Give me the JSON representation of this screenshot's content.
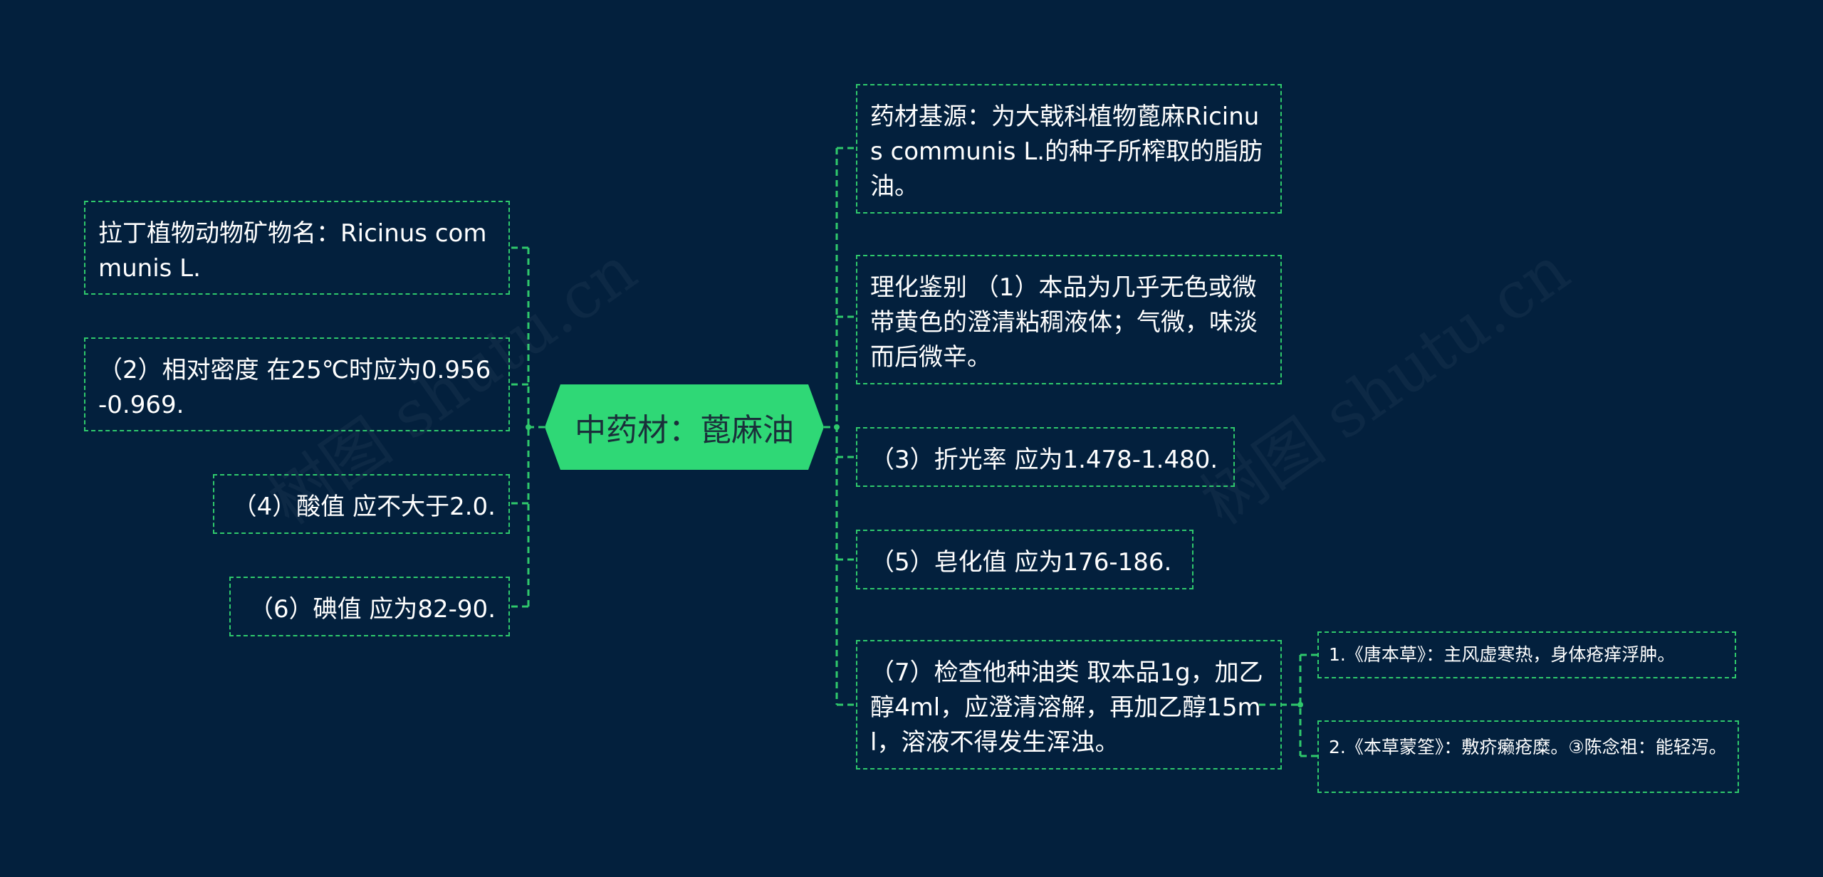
{
  "watermarks": [
    "树图 shutu.cn",
    "树图 shutu.cn"
  ],
  "center": {
    "label": "中药材：蓖麻油"
  },
  "left_nodes": [
    {
      "id": "l1",
      "text": "拉丁植物动物矿物名：Ricinus communis L."
    },
    {
      "id": "l2",
      "text": "（2）相对密度 在25℃时应为0.956-0.969."
    },
    {
      "id": "l3",
      "text": "（4）酸值 应不大于2.0."
    },
    {
      "id": "l4",
      "text": "（6）碘值 应为82-90."
    }
  ],
  "right_nodes": [
    {
      "id": "r1",
      "text": "药材基源：为大戟科植物蓖麻Ricinus communis L.的种子所榨取的脂肪油。"
    },
    {
      "id": "r2",
      "text": "理化鉴别 （1）本品为几乎无色或微带黄色的澄清粘稠液体；气微，味淡而后微辛。"
    },
    {
      "id": "r3",
      "text": "（3）折光率 应为1.478-1.480."
    },
    {
      "id": "r4",
      "text": "（5）皂化值 应为176-186."
    },
    {
      "id": "r5",
      "text": "（7）检查他种油类 取本品1g，加乙醇4ml，应澄清溶解，再加乙醇15ml，溶液不得发生浑浊。"
    }
  ],
  "sub_nodes": [
    {
      "id": "s1",
      "text": "1.《唐本草》：主风虚寒热，身体疮痒浮肿。"
    },
    {
      "id": "s2",
      "text": "2.《本草蒙筌》：敷疥癞疮糜。③陈念祖：能轻泻。"
    }
  ],
  "colors": {
    "background": "#03203d",
    "accent": "#2fc96c",
    "center_fill": "#2fd876",
    "text": "#ffffff"
  }
}
